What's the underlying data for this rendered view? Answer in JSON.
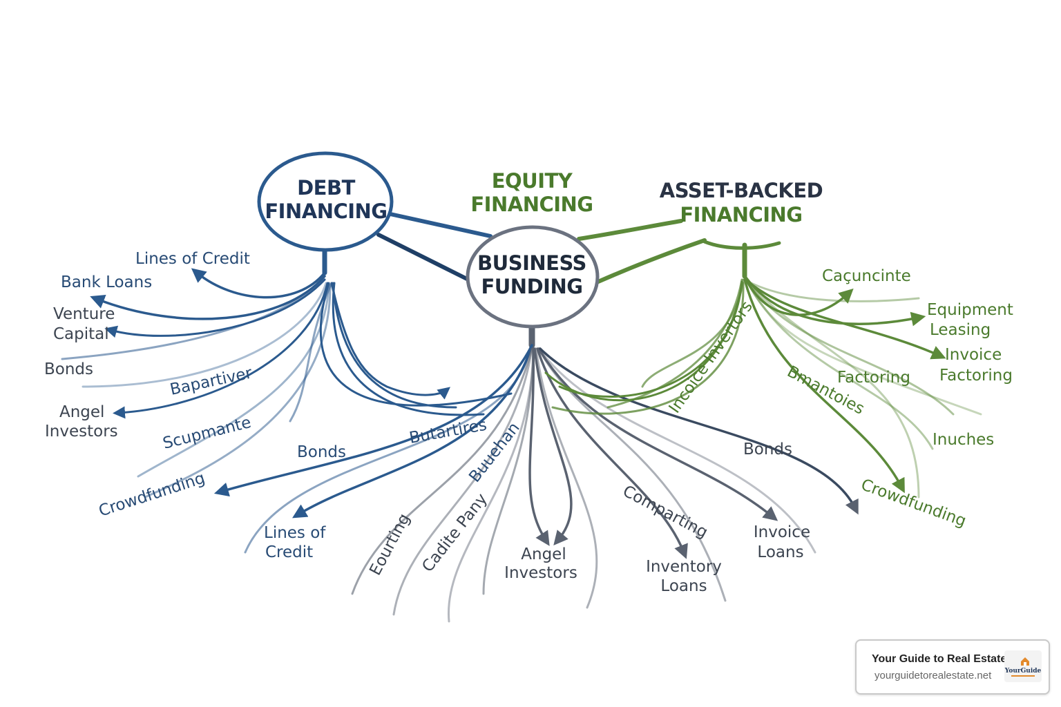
{
  "hubs": {
    "debt": [
      "DEBT",
      "FINANCING"
    ],
    "equity": [
      "EQUITY",
      "FINANCING"
    ],
    "asset": [
      "ASSET-BACKED",
      "FINANCING"
    ],
    "center": [
      "BUSINESS",
      "FUNDING"
    ]
  },
  "left_labels": {
    "lines_of_credit": "Lines of Credit",
    "bank_loans": "Bank Loans",
    "venture_capital": [
      "Venture",
      "Capital"
    ],
    "bonds": "Bonds",
    "bapartiver": "Bapartiver",
    "angel_investors": [
      "Angel",
      "Investors"
    ],
    "scupmante": "Scupmante",
    "crowdfunding": "Crowdfunding",
    "bonds_2": "Bonds",
    "butartires": "Butartires",
    "lines_of_credit_2": [
      "Lines of",
      "Credit"
    ]
  },
  "bottom_labels": {
    "buuehan": "Buuehan",
    "eourting": "Eourting",
    "cadite_pany": "Cadite Pany",
    "angel_investors": [
      "Angel",
      "Investors"
    ],
    "comparting": "Comparting",
    "inventory_loans": [
      "Inventory",
      "Loans"
    ],
    "invoice_loans": [
      "Invoice",
      "Loans"
    ],
    "bonds": "Bonds"
  },
  "right_labels": {
    "cacuncinte": "Caçuncinte",
    "equipment_leasing": [
      "Equipment",
      "Leasing"
    ],
    "invoice_factoring": [
      "Invoice",
      "Factoring"
    ],
    "factoring": "Factoring",
    "bmantoies": "Bmantoies",
    "incoice_invertors": "Incoice Invertors",
    "inuches": "Inuches",
    "crowdfunding": "Crowdfunding"
  },
  "badge": {
    "title": "Your Guide to Real Estate",
    "url": "yourguidetorealestate.net",
    "logo_text": "YourGuide"
  },
  "colors": {
    "blue": "#2b5a8e",
    "green": "#5c8a3a",
    "gray": "#6b7280"
  }
}
